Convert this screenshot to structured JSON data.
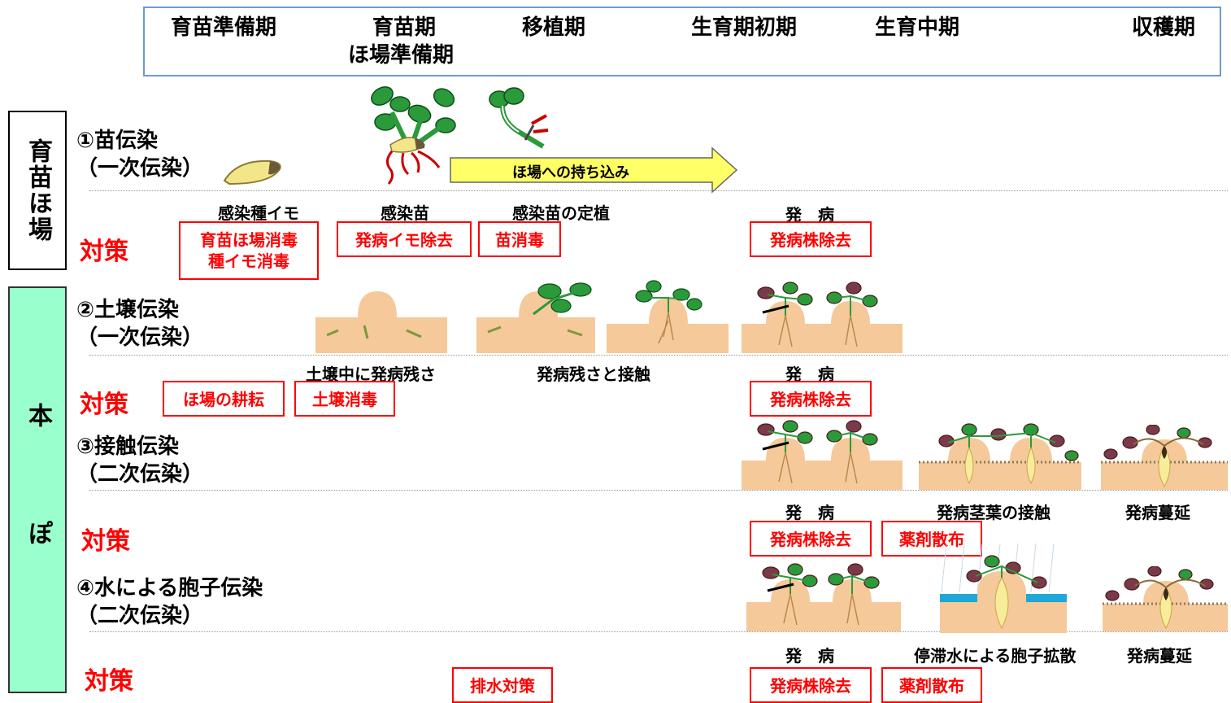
{
  "stages": [
    "育苗準備期",
    "育苗期",
    "ほ場準備期",
    "移植期",
    "生育期初期",
    "生育中期",
    "収穫期"
  ],
  "side": {
    "nursery": "育苗ほ場",
    "field": "本 ぽ"
  },
  "routes": {
    "r1": {
      "title": "①苗伝染",
      "sub": "（一次伝染）"
    },
    "r2": {
      "title": "②土壌伝染",
      "sub": "（一次伝染）"
    },
    "r3": {
      "title": "③接触伝染",
      "sub": "（二次伝染）"
    },
    "r4": {
      "title": "④水による胞子伝染",
      "sub": "（二次伝染）"
    }
  },
  "taisaku": "対策",
  "captions": {
    "infected_tuber": "感染種イモ",
    "infected_seedling": "感染苗",
    "planting": "感染苗の定植",
    "onset": "発　病",
    "soil_residue": "土壌中に発病残さ",
    "residue_contact": "発病残さと接触",
    "stem_contact": "発病茎葉の接触",
    "spread": "発病蔓延",
    "spore_spread": "停滞水による胞子拡散"
  },
  "arrow_label": "ほ場への持ち込み",
  "measures": {
    "nursery_disinfect_1": "育苗ほ場消毒",
    "nursery_disinfect_2": "種イモ消毒",
    "remove_tuber": "発病イモ除去",
    "seedling_disinfect": "苗消毒",
    "remove_plant": "発病株除去",
    "plowing": "ほ場の耕耘",
    "soil_disinfect": "土壌消毒",
    "spray": "薬剤散布",
    "drainage": "排水対策"
  },
  "colors": {
    "measure": "#ff0000",
    "nursery_side_bg": "#ffffff",
    "field_side_bg": "#99ffcc",
    "stage_border": "#6c9bd0",
    "soil": "#f5c99a",
    "arrow": "#ffff66",
    "leaf": "#2a9a3a",
    "water": "#1ea7d8"
  }
}
